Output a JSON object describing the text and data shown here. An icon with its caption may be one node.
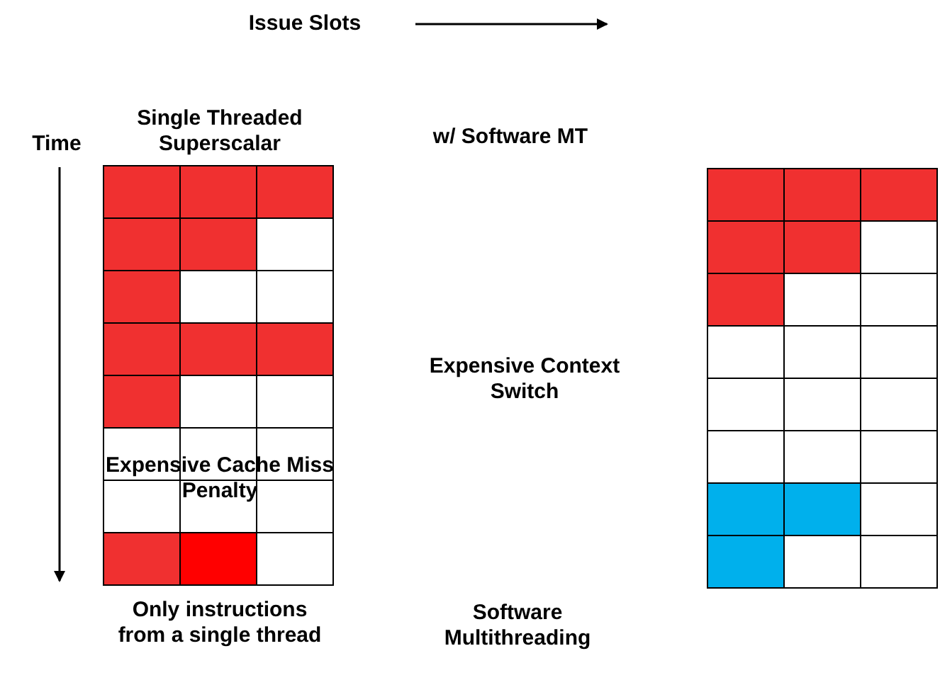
{
  "diagram": {
    "labels": [
      "Issue Slots",
      "Single Threaded Superscalar",
      "Time",
      "w/ Software MT",
      "Expensive Context Switch",
      "Expensive Cache Miss Penalty",
      "Only instructions from a single thread",
      "Software Multithreading"
    ]
  }
}
